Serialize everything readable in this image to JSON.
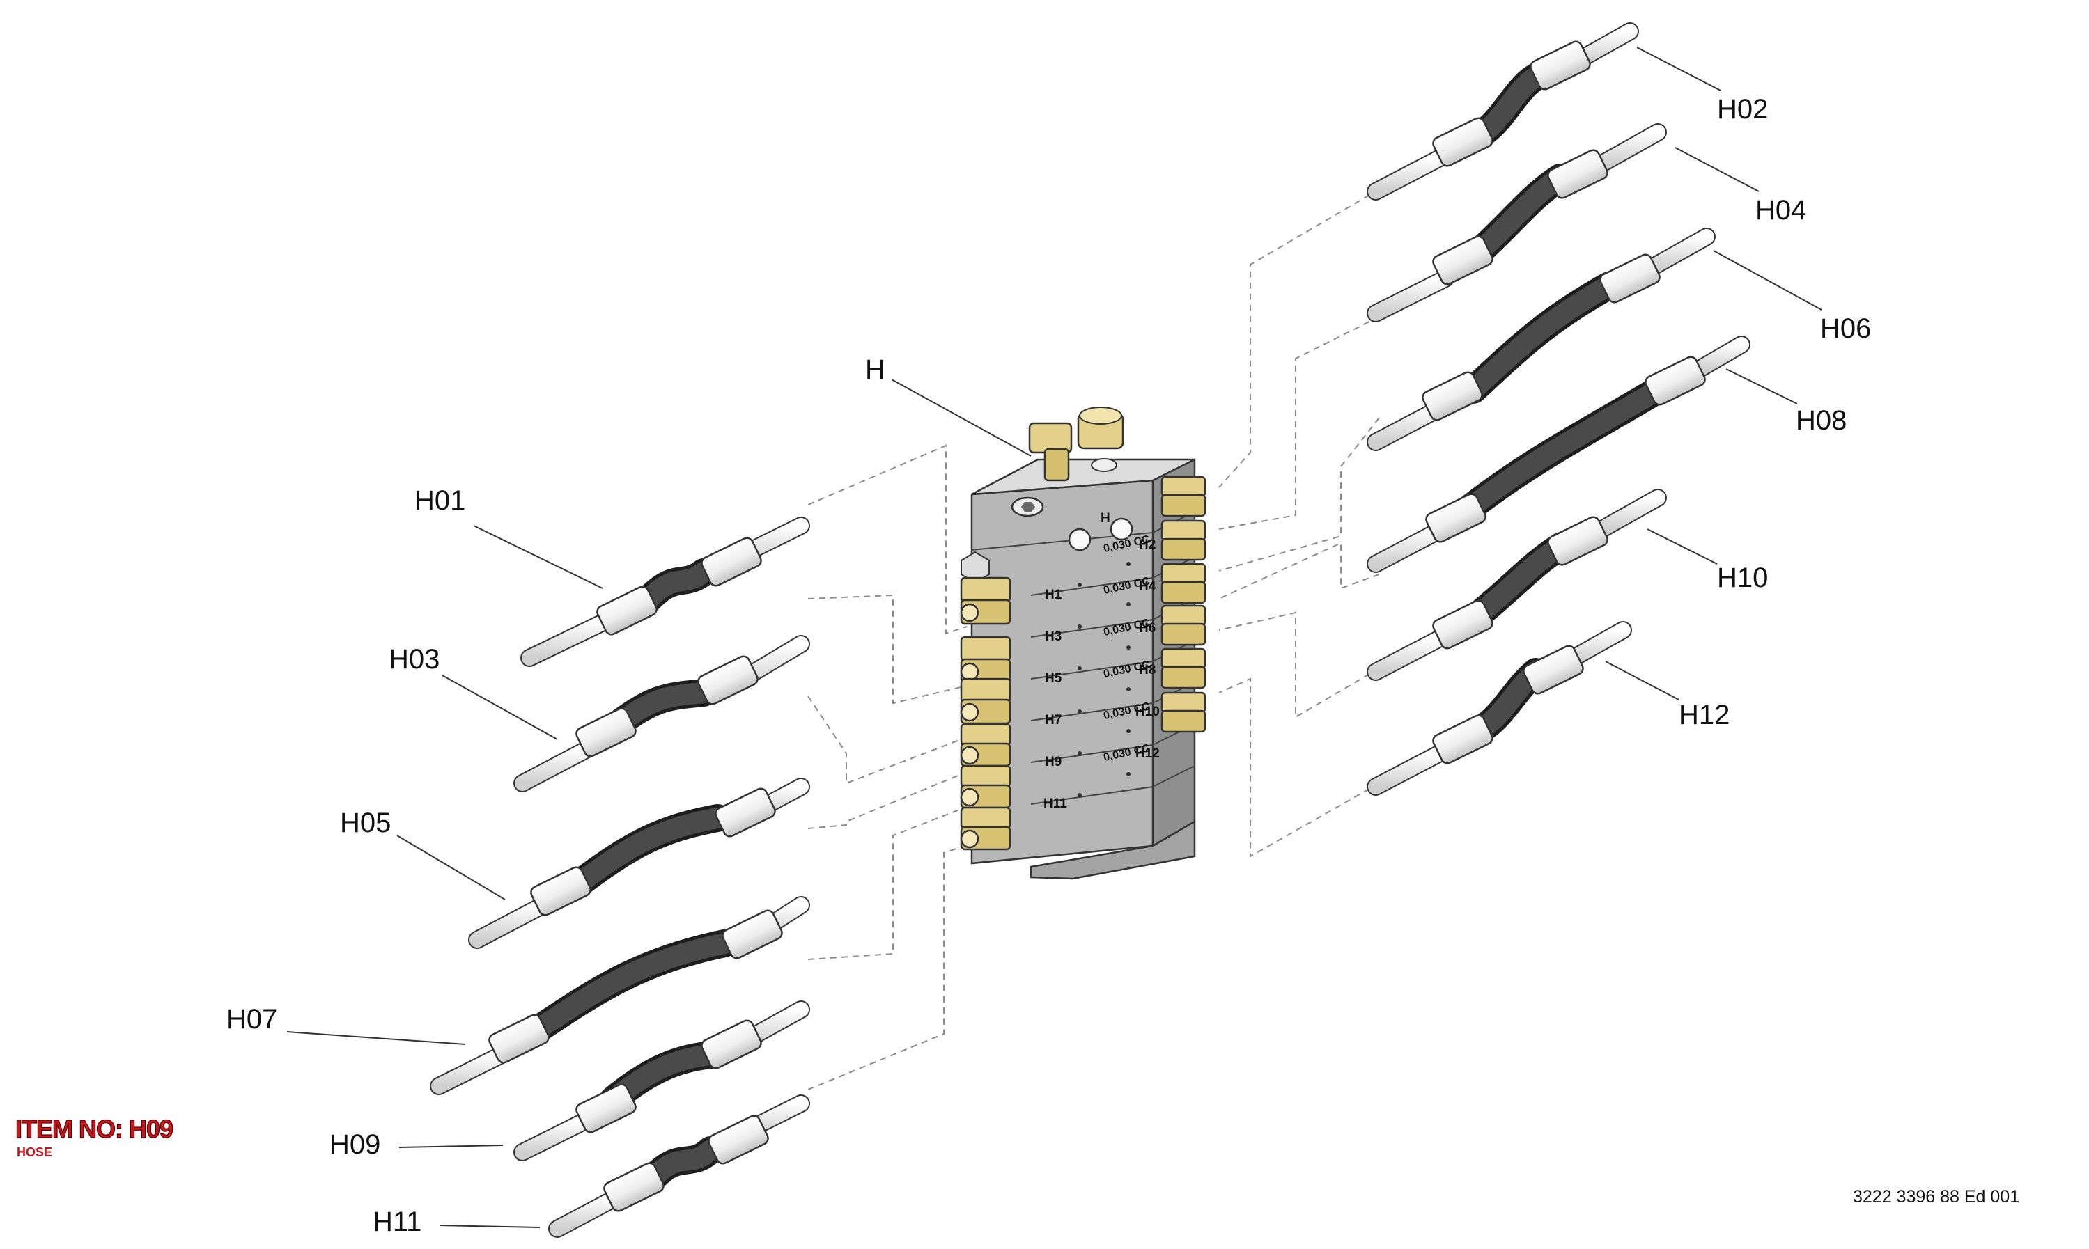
{
  "item": {
    "title": "ITEM NO: H09",
    "subtitle": "HOSE"
  },
  "doc_number": "3222 3396 88 Ed 001",
  "callouts": {
    "H": "H",
    "H01": "H01",
    "H02": "H02",
    "H03": "H03",
    "H04": "H04",
    "H05": "H05",
    "H06": "H06",
    "H07": "H07",
    "H08": "H08",
    "H09": "H09",
    "H10": "H10",
    "H11": "H11",
    "H12": "H12"
  },
  "block_labels": {
    "top_h": "H",
    "cc1": "0,030 CC",
    "cc2": "0,030 CC",
    "cc3": "0,030 CC",
    "cc4": "0,030 CC",
    "cc5": "0,030 CC",
    "cc6": "0,030 CC",
    "r2": "H2",
    "r4": "H4",
    "r6": "H6",
    "r8": "H8",
    "r10": "H10",
    "r12": "H12",
    "l1": "H1",
    "l3": "H3",
    "l5": "H5",
    "l7": "H7",
    "l9": "H9",
    "l11": "H11"
  },
  "colors": {
    "hose": "#3a3a3a",
    "fitting": "#e3d08a",
    "block": "#b4b4b4",
    "item_red": "#c8161d"
  }
}
